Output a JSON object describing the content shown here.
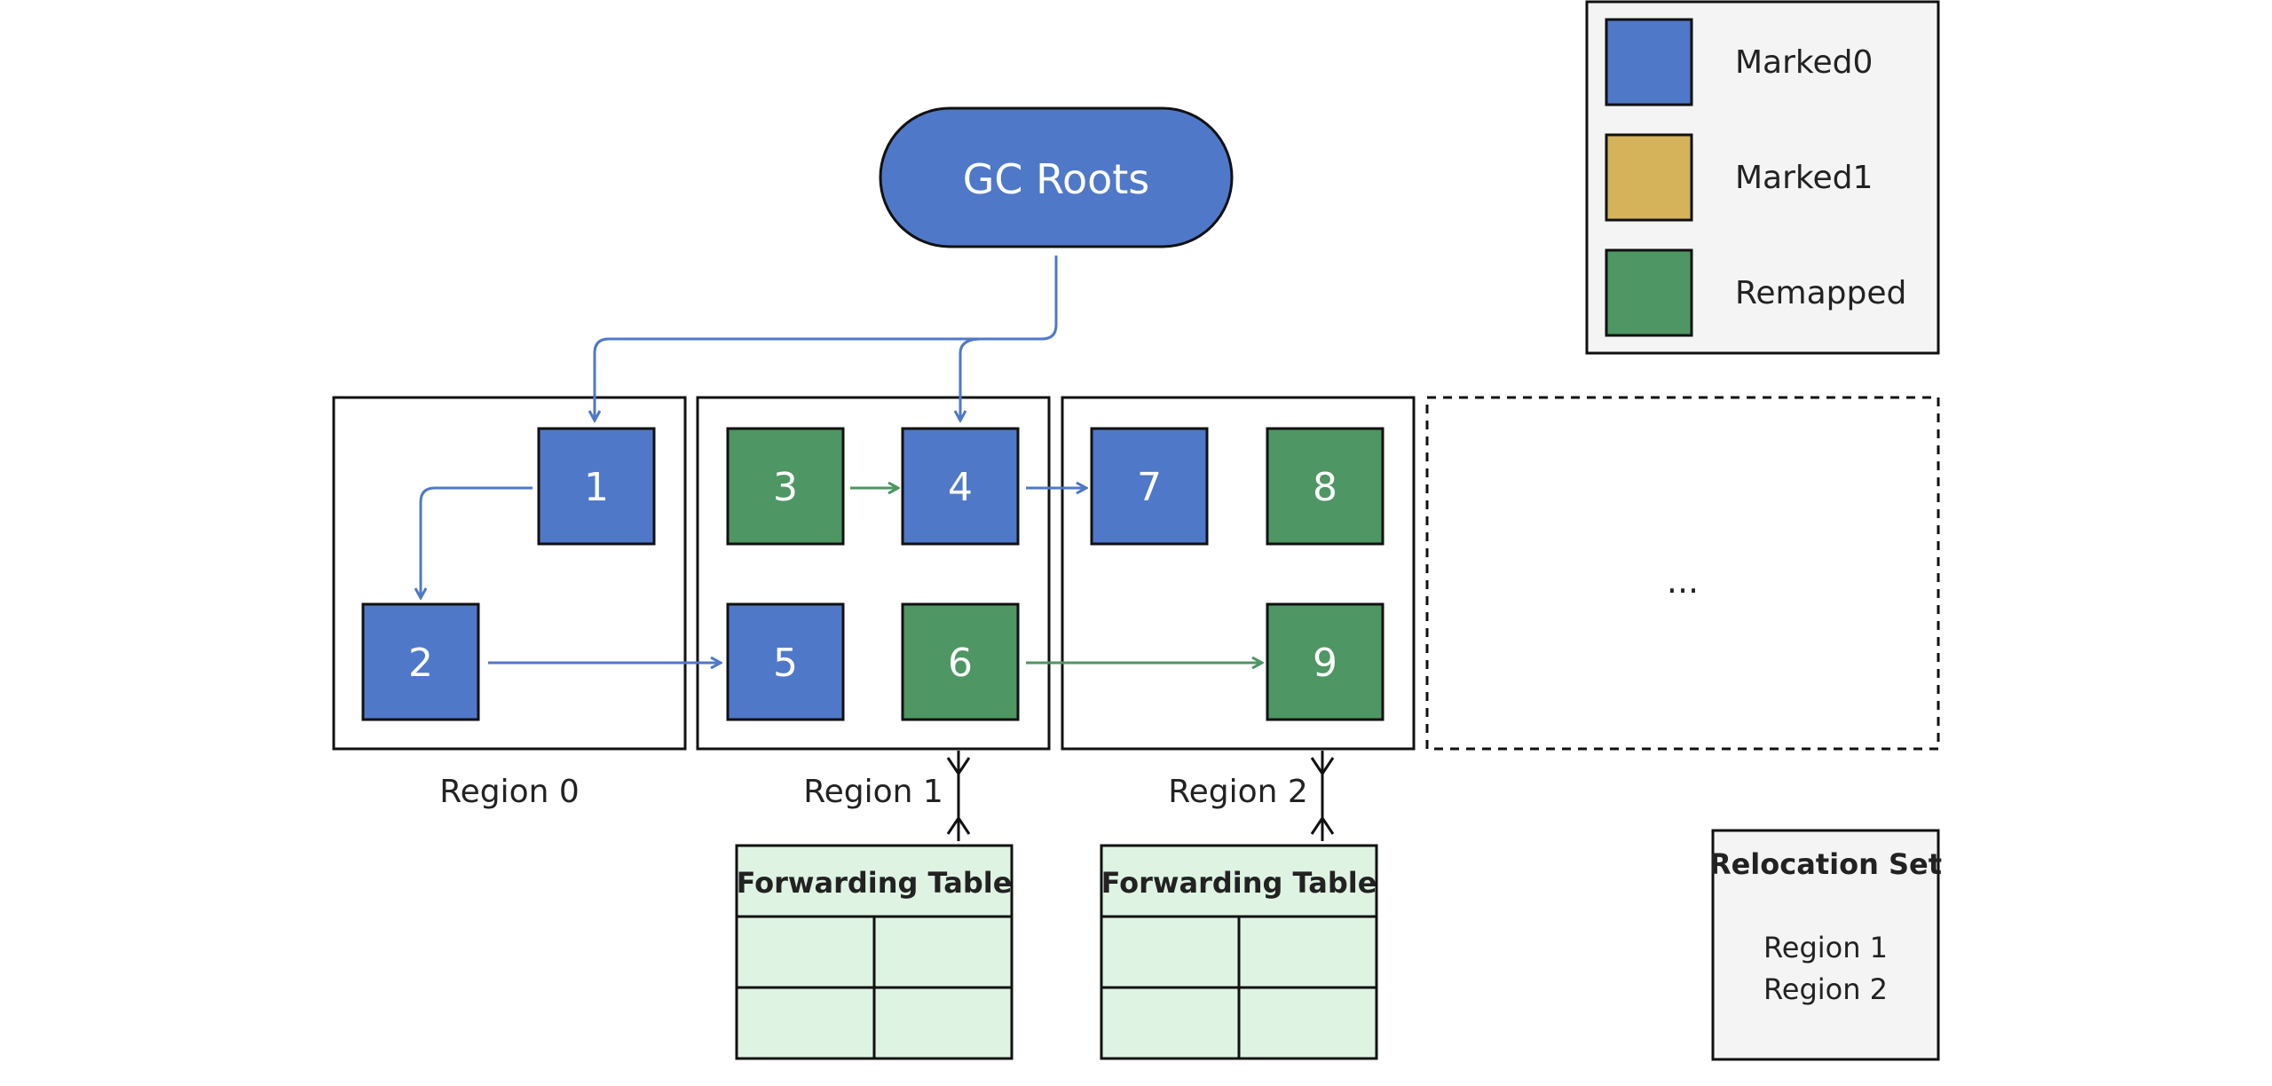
{
  "gc_roots": {
    "label": "GC Roots"
  },
  "legend": [
    {
      "label": "Marked0",
      "color": "#4f78c8"
    },
    {
      "label": "Marked1",
      "color": "#d4b35a"
    },
    {
      "label": "Remapped",
      "color": "#4e9663"
    }
  ],
  "colors": {
    "marked0": "#4f78c8",
    "remapped": "#4e9663",
    "forwarding_bg": "#dff3e3",
    "panel_bg": "#f4f4f4",
    "edge_blue": "#4f78c8",
    "edge_green": "#4e9663"
  },
  "regions": [
    {
      "label": "Region 0"
    },
    {
      "label": "Region 1"
    },
    {
      "label": "Region 2"
    },
    {
      "label": ""
    }
  ],
  "ellipsis": "...",
  "objects": [
    {
      "id": "1",
      "label": "1",
      "state": "marked0"
    },
    {
      "id": "2",
      "label": "2",
      "state": "marked0"
    },
    {
      "id": "3",
      "label": "3",
      "state": "remapped"
    },
    {
      "id": "4",
      "label": "4",
      "state": "marked0"
    },
    {
      "id": "5",
      "label": "5",
      "state": "marked0"
    },
    {
      "id": "6",
      "label": "6",
      "state": "remapped"
    },
    {
      "id": "7",
      "label": "7",
      "state": "marked0"
    },
    {
      "id": "8",
      "label": "8",
      "state": "remapped"
    },
    {
      "id": "9",
      "label": "9",
      "state": "remapped"
    }
  ],
  "forwarding_tables": [
    {
      "title": "Forwarding Table",
      "region": "Region 1"
    },
    {
      "title": "Forwarding Table",
      "region": "Region 2"
    }
  ],
  "relocation_set": {
    "title": "Relocation Set",
    "items": [
      "Region 1",
      "Region 2"
    ]
  }
}
